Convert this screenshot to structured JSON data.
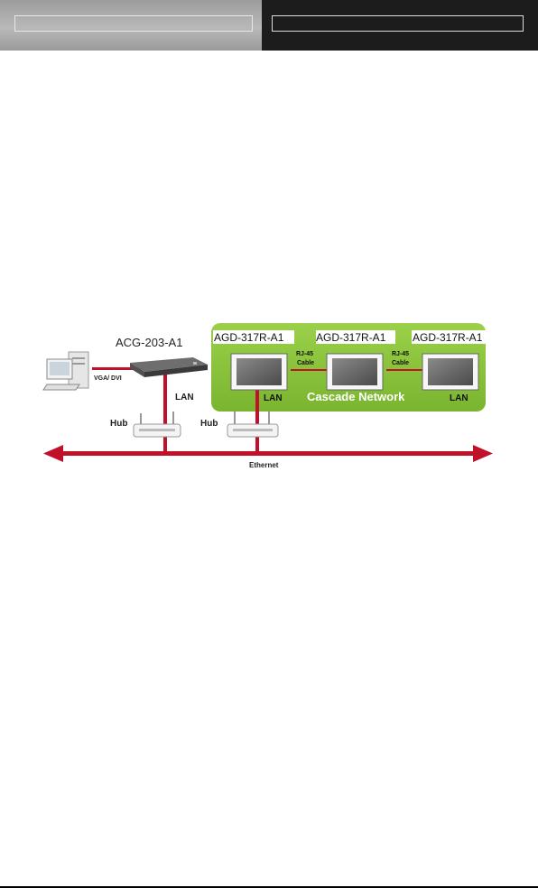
{
  "header": {
    "left_field": "",
    "right_field": ""
  },
  "diagram": {
    "gateway_label": "ACG-203-A1",
    "display_labels": [
      "AGD-317R-A1",
      "AGD-317R-A1",
      "AGD-317R-A1"
    ],
    "vga_label": "VGA/ DVI",
    "lan_label_gateway": "LAN",
    "lan_label_display1": "LAN",
    "lan_label_display3": "LAN",
    "rj45_label_1": "RJ-45",
    "cable_label_1": "Cable",
    "rj45_label_2": "RJ-45",
    "cable_label_2": "Cable",
    "cascade_label": "Cascade Network",
    "hub_label_1": "Hub",
    "hub_label_2": "Hub",
    "ethernet_label": "Ethernet",
    "colors": {
      "green_panel": "#8dc63f",
      "cable_red": "#c0102a"
    }
  }
}
